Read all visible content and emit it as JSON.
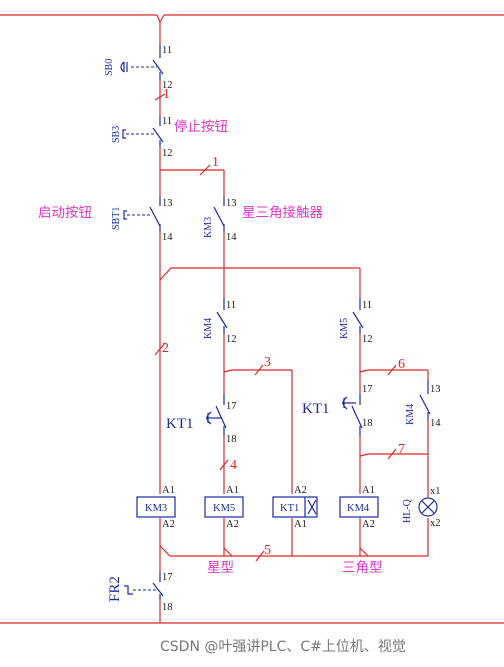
{
  "terminals": {
    "sb0_top": "11",
    "sb0_bot": "12",
    "sb3_top": "11",
    "sb3_bot": "12",
    "sbt1_top": "13",
    "sbt1_bot": "14",
    "km3_top": "13",
    "km3_bot": "14",
    "km4_top": "11",
    "km4_bot": "12",
    "km5_top": "11",
    "km5_bot": "12",
    "kt1a_top": "17",
    "kt1a_bot": "18",
    "kt1b_top": "17",
    "kt1b_bot": "18",
    "km4b_top": "13",
    "km4b_bot": "14",
    "fr2_top": "17",
    "fr2_bot": "18",
    "coil_km3_a1": "A1",
    "coil_km3_a2": "A2",
    "coil_km5_a1": "A1",
    "coil_km5_a2": "A2",
    "coil_kt1_a2": "A2",
    "coil_kt1_a1": "A1",
    "coil_km4_a1": "A1",
    "coil_km4_a2": "A2",
    "lamp_x1": "x1",
    "lamp_x2": "x2"
  },
  "wire_numbers": {
    "w1_upper": "1",
    "w1_lower": "1",
    "w2": "2",
    "w3": "3",
    "w4": "4",
    "w5": "5",
    "w6": "6",
    "w7": "7"
  },
  "devices": {
    "sb0": "SB0",
    "sb3": "SB3",
    "sbt1": "SBT1",
    "km3_contact": "KM3",
    "km4_contact": "KM4",
    "km5_contact": "KM5",
    "km4_contact_b": "KM4",
    "fr2": "FR2",
    "lamp": "HL-Q",
    "kt1_left": "KT1",
    "kt1_right": "KT1"
  },
  "coils": {
    "km3": "KM3",
    "km5": "KM5",
    "kt1": "KT1",
    "km4": "KM4"
  },
  "labels": {
    "stop_button": "停止按钮",
    "start_button": "启动按钮",
    "star_delta_contactor": "星三角接触器",
    "star": "星型",
    "delta": "三角型"
  },
  "watermark": "CSDN @叶强讲PLC、C#上位机、视觉",
  "colors": {
    "wire": "#e0262a",
    "symbol": "#1c2aa8",
    "annotation": "#e335c9"
  }
}
